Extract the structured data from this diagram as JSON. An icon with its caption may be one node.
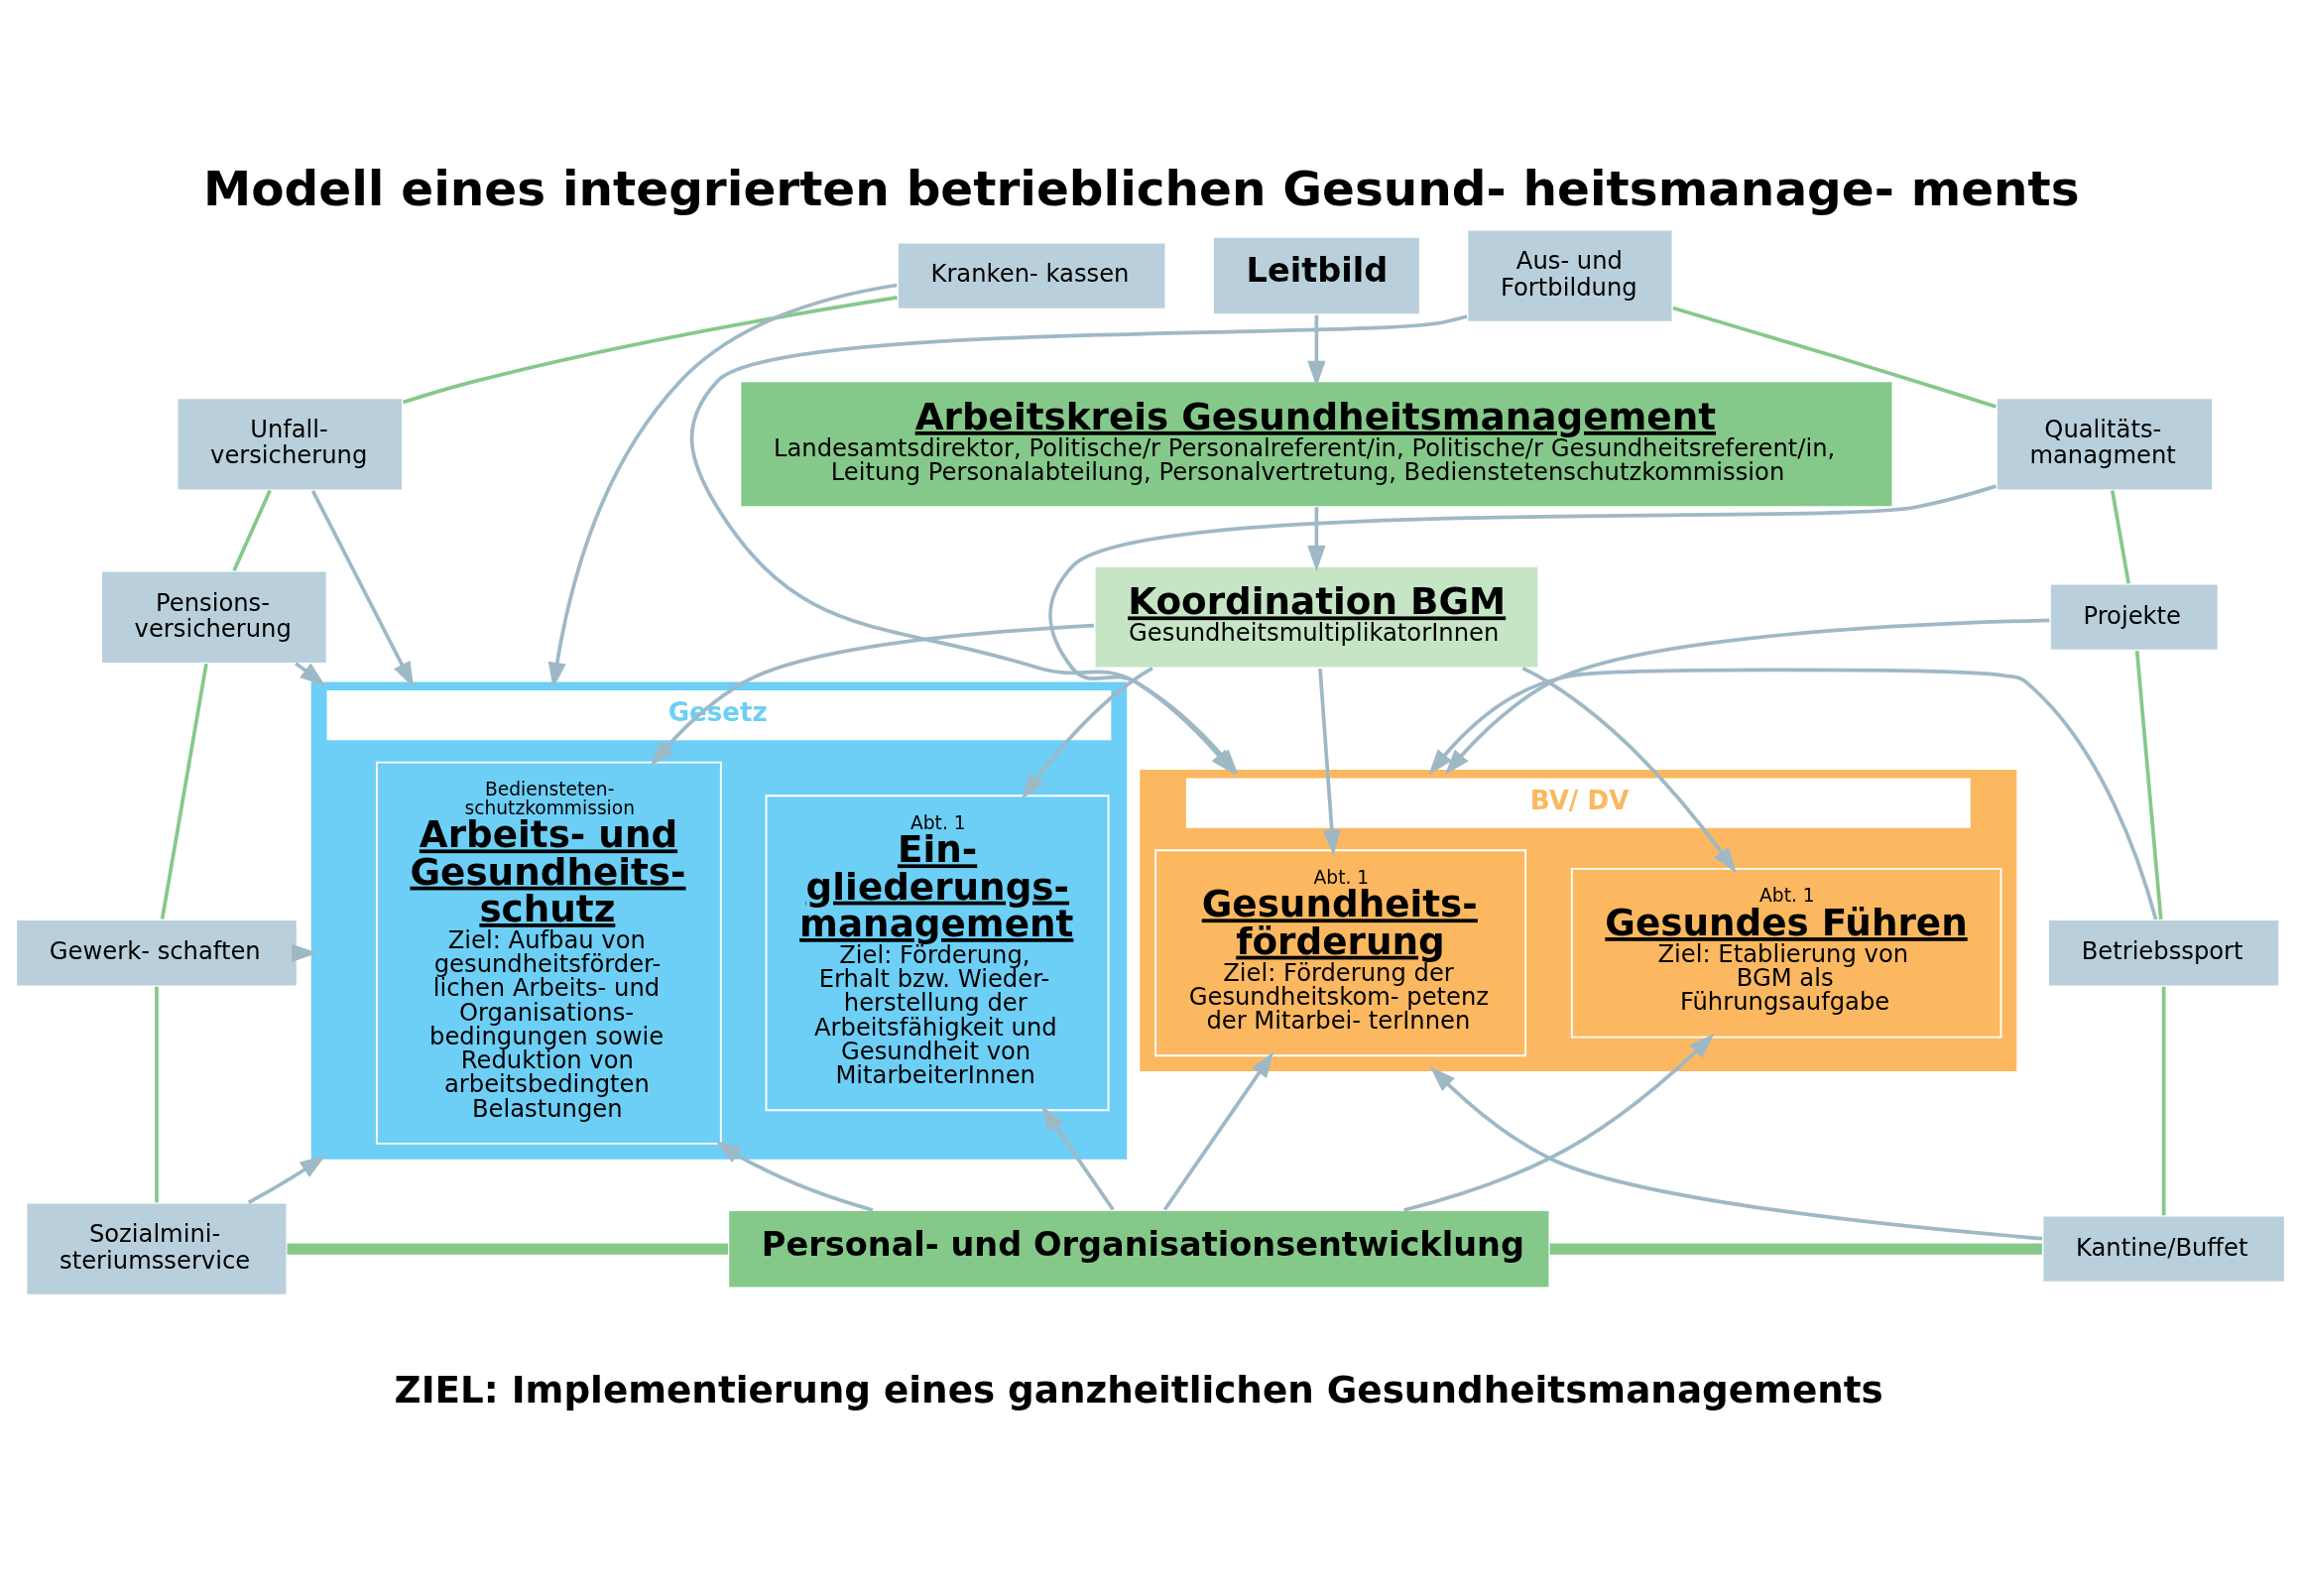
{
  "diagram": {
    "title": "Modell eines integrierten betrieblichen Gesund- heitsmanage- ments",
    "caption": "ZIEL: Implementierung eines ganzheitlichen Gesundheitsmanagements",
    "nodes": [
      {
        "text": [
          "Leitbild"
        ]
      },
      {
        "text": [
          "Arbeitskreis Gesundheitsmanagement",
          "Landesamtsdirektor, Politische/r Personalreferent/in, Politische/r Gesundheitsreferent/in, Leitung Personalabteilung, Personalvertretung, Bedienstetenschutzkommission"
        ]
      },
      {
        "text": [
          "Koordination BGM",
          "GesundheitsmultiplikatorInnen"
        ]
      },
      {
        "text": [
          "Gesetz"
        ]
      },
      {
        "text": [
          "Bediensteten- schutzkommission",
          "Arbeits- und Gesundheits- schutz",
          "Ziel: Aufbau von gesundheitsförder- lichen Arbeits- und Organisations- bedingungen sowie Reduktion von arbeitsbedingten Belastungen"
        ],
        "in": 3
      },
      {
        "text": [
          "Abt. 1",
          "Ein- gliederungs- management",
          "Ziel: Förderung, Erhalt bzw. Wieder- herstellung der Arbeitsfähigkeit und Gesundheit von MitarbeiterInnen"
        ],
        "in": 3
      },
      {
        "text": [
          "BV/ DV"
        ]
      },
      {
        "text": [
          "Abt. 1",
          "Gesundheits- förderung",
          "Ziel: Förderung der Gesundheitskom- petenz der Mitarbei- terInnen"
        ],
        "in": 6
      },
      {
        "text": [
          "Abt. 1",
          "Gesundes Führen",
          "Ziel: Etablierung von BGM als Führungsaufgabe"
        ],
        "in": 6
      },
      {
        "text": [
          "Personal- und Organisationsentwicklung"
        ]
      },
      {
        "text": [
          "Kranken- kassen"
        ]
      },
      {
        "text": [
          "Unfall- versicherung"
        ]
      },
      {
        "text": [
          "Pensions- versicherung"
        ]
      },
      {
        "text": [
          "Gewerk- schaften"
        ]
      },
      {
        "text": [
          "Sozialmini- steriumsservice"
        ]
      },
      {
        "text": [
          "Aus- und Fortbildung"
        ]
      },
      {
        "text": [
          "Qualitäts- managment"
        ]
      },
      {
        "text": [
          "Projekte"
        ]
      },
      {
        "text": [
          "Betriebssport"
        ]
      },
      {
        "text": [
          "Kantine/Buffet"
        ]
      }
    ],
    "edges": [
      {
        "from": 0,
        "to": 1,
        "arrow": "to"
      },
      {
        "from": 1,
        "to": 2,
        "arrow": "to"
      },
      {
        "from": 2,
        "to": 4,
        "arrow": "to"
      },
      {
        "from": 2,
        "to": 5,
        "arrow": "to"
      },
      {
        "from": 2,
        "to": 7,
        "arrow": "to"
      },
      {
        "from": 2,
        "to": 8,
        "arrow": "to"
      },
      {
        "from": 9,
        "to": 4,
        "arrow": "to"
      },
      {
        "from": 9,
        "to": 5,
        "arrow": "to"
      },
      {
        "from": 9,
        "to": 7,
        "arrow": "to"
      },
      {
        "from": 9,
        "to": 8,
        "arrow": "to"
      },
      {
        "from": 10,
        "to": 3,
        "arrow": "to"
      },
      {
        "from": 11,
        "to": 3,
        "arrow": "to"
      },
      {
        "from": 12,
        "to": 3,
        "arrow": "to"
      },
      {
        "from": 13,
        "to": 3,
        "arrow": "to"
      },
      {
        "from": 14,
        "to": 3,
        "arrow": "to"
      },
      {
        "from": 15,
        "to": 6,
        "arrow": "to"
      },
      {
        "from": 16,
        "to": 6,
        "arrow": "to"
      },
      {
        "from": 17,
        "to": 6,
        "arrow": "to"
      },
      {
        "from": 18,
        "to": 6,
        "arrow": "to"
      },
      {
        "from": 19,
        "to": 6,
        "arrow": "to"
      },
      {
        "from": 10,
        "to": 11,
        "arrow": "none",
        "color": "#85c98a"
      },
      {
        "from": 11,
        "to": 12,
        "arrow": "none",
        "color": "#85c98a"
      },
      {
        "from": 12,
        "to": 13,
        "arrow": "none",
        "color": "#85c98a"
      },
      {
        "from": 13,
        "to": 14,
        "arrow": "none",
        "color": "#85c98a"
      },
      {
        "from": 15,
        "to": 16,
        "arrow": "none",
        "color": "#85c98a"
      },
      {
        "from": 16,
        "to": 17,
        "arrow": "none",
        "color": "#85c98a"
      },
      {
        "from": 17,
        "to": 18,
        "arrow": "none",
        "color": "#85c98a"
      },
      {
        "from": 18,
        "to": 19,
        "arrow": "none",
        "color": "#85c98a"
      },
      {
        "from": 14,
        "to": 9,
        "arrow": "none",
        "style": "thick",
        "color": "#85c98a"
      },
      {
        "from": 19,
        "to": 9,
        "arrow": "none",
        "style": "thick",
        "color": "#85c98a"
      }
    ]
  }
}
